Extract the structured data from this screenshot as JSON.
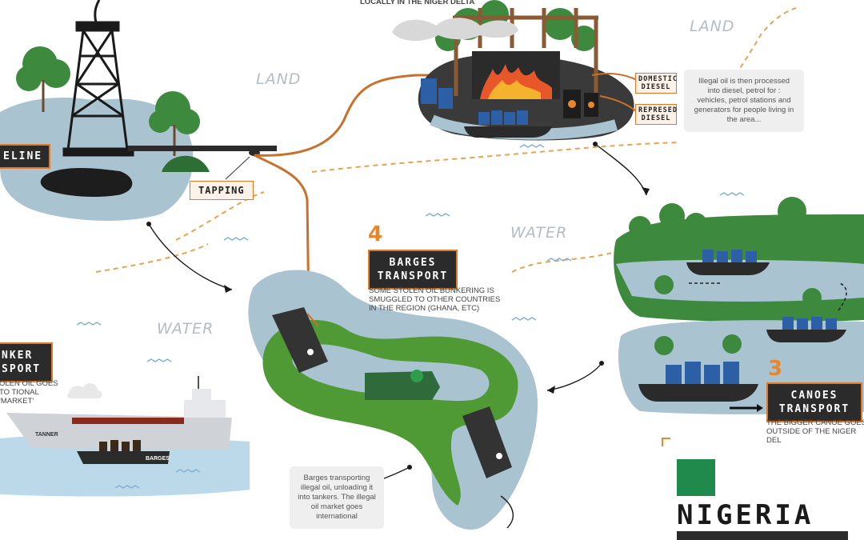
{
  "regions": {
    "land_left": "LAND",
    "land_right": "LAND",
    "water_center": "WATER",
    "water_left": "WATER"
  },
  "top_caption": "LOCALLY IN THE NIGER DELTA",
  "pipeline_label": "ELINE",
  "tapping_label": "TAPPING",
  "refinery": {
    "domestic_label": "DOMESTIC DIESEL",
    "represed_label": "REPRESED DIESEL",
    "note": "Illegal oil is then processed into diesel, petrol for : vehicles, petrol stations and generators for people living in the area..."
  },
  "step4": {
    "number": "4",
    "title_line1": "BARGES",
    "title_line2": "TRANSPORT",
    "caption": "SOME STOLEN OIL BUNKERING IS SMUGGLED TO OTHER COUNTRIES IN THE REGION (GHANA, ETC)"
  },
  "step3": {
    "number": "3",
    "title_line1": "CANOES",
    "title_line2": "TRANSPORT",
    "caption": "THE BIGGER CANOE GOES OUTSIDE OF THE NIGER DEL"
  },
  "tanker": {
    "title_line1": "NKER",
    "title_line2": "SPORT",
    "caption": "OLEN OIL GOES TO TIONAL 'MARKET'",
    "ship_label": "TANNER",
    "barge_label": "BARGES"
  },
  "barges_note": "Barges transporting illegal oil, unloading it into tankers. The illegal oil market goes international",
  "country": "NIGERIA",
  "colors": {
    "water": "#a9c3d1",
    "orange": "#e07a2a",
    "green": "#2f9e4a",
    "flag_green": "#1f8a4c",
    "dark": "#2b2b2b"
  }
}
